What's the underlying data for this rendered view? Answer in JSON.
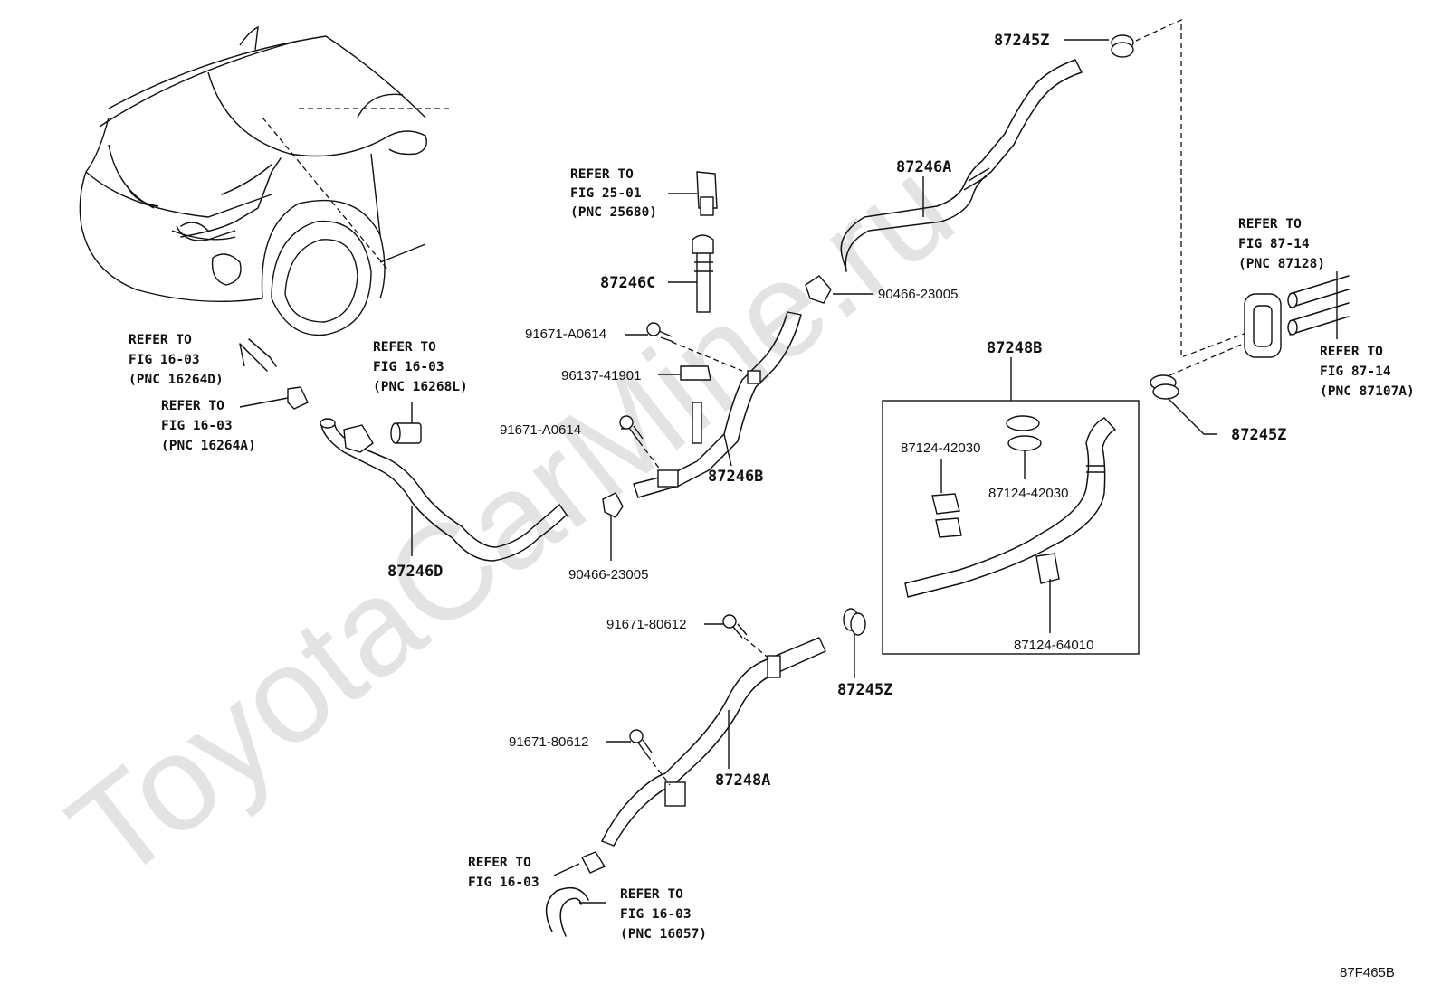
{
  "watermark": "ToyotaCarMine.ru",
  "figure_code": "87F465B",
  "callouts": {
    "c_87245z_top": "87245Z",
    "c_87246a": "87246A",
    "c_87246c": "87246C",
    "c_90466_right": "90466-23005",
    "c_91671_a0614_top": "91671-A0614",
    "c_96137": "96137-41901",
    "c_91671_a0614_mid": "91671-A0614",
    "c_87246b": "87246B",
    "c_90466_bottom": "90466-23005",
    "c_87246d": "87246D",
    "c_87248b": "87248B",
    "c_87124_42030_left": "87124-42030",
    "c_87124_42030_right": "87124-42030",
    "c_87124_64010": "87124-64010",
    "c_87245z_right": "87245Z",
    "c_87245z_mid": "87245Z",
    "c_91671_80612_top": "91671-80612",
    "c_91671_80612_bottom": "91671-80612",
    "c_87248a": "87248A"
  },
  "references": {
    "r_25680": [
      "REFER TO",
      "FIG 25-01",
      "(PNC 25680)"
    ],
    "r_16264d": [
      "REFER TO",
      "FIG 16-03",
      "(PNC 16264D)"
    ],
    "r_16264a": [
      "REFER TO",
      "FIG 16-03",
      "(PNC 16264A)"
    ],
    "r_16268l": [
      "REFER TO",
      "FIG 16-03",
      "(PNC 16268L)"
    ],
    "r_87128": [
      "REFER TO",
      "FIG 87-14",
      "(PNC 87128)"
    ],
    "r_87107a": [
      "REFER TO",
      "FIG 87-14",
      "(PNC 87107A)"
    ],
    "r_1603": [
      "REFER TO",
      "FIG 16-03"
    ],
    "r_16057": [
      "REFER TO",
      "FIG 16-03",
      "(PNC 16057)"
    ]
  }
}
